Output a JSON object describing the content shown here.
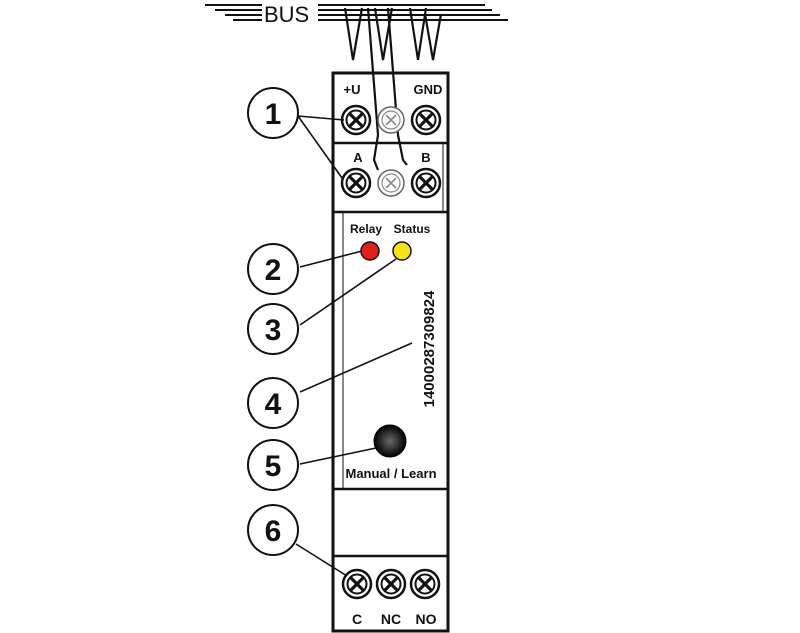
{
  "bus_label": "BUS",
  "terminals": {
    "power_plus": "+U",
    "power_gnd": "GND",
    "bus_a": "A",
    "bus_b": "B",
    "relay_c": "C",
    "relay_nc": "NC",
    "relay_no": "NO"
  },
  "leds": {
    "relay_label": "Relay",
    "status_label": "Status",
    "relay_color": "#e0201e",
    "status_color": "#f5e21a"
  },
  "serial_number": "14000287309824",
  "button_label": "Manual / Learn",
  "callouts": [
    "1",
    "2",
    "3",
    "4",
    "5",
    "6"
  ]
}
